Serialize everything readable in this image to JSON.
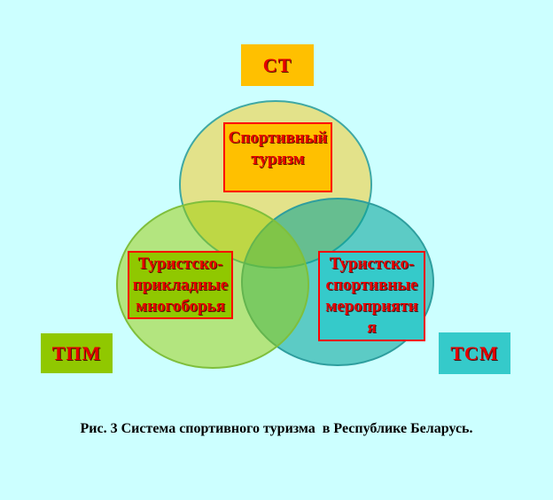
{
  "page": {
    "background": "#ccffff"
  },
  "venn": {
    "circles": {
      "sport": {
        "fill": "rgba(255,192,0,0.46)",
        "stroke": "#3fa8a4"
      },
      "tsm": {
        "fill": "rgba(0,160,150,0.55)",
        "stroke": "#2e9e9e"
      },
      "tpm": {
        "fill": "rgba(153,204,0,0.50)",
        "stroke": "#7fbf3c"
      }
    },
    "tags": {
      "st": {
        "label": "СТ",
        "bg": "#ffc000"
      },
      "tpm": {
        "label": "ТПМ",
        "bg": "#90c800"
      },
      "tsm": {
        "label": "ТСМ",
        "bg": "#35caca"
      }
    },
    "labels": {
      "sport": {
        "bg": "#ffc000",
        "lines": [
          "Спортивный",
          "туризм"
        ]
      },
      "tpm": {
        "bg": "#90c800",
        "lines": [
          "Туристско-",
          "прикладные",
          "многоборья"
        ]
      },
      "tsm": {
        "bg": "#35caca",
        "lines": [
          "Туристско-",
          "спортивные",
          "мероприяти",
          "я"
        ]
      }
    }
  },
  "caption": {
    "text": "Рис. 3 Система спортивного туризма  в Республике Беларусь."
  },
  "colors": {
    "red_text": "#e60000",
    "box_border_red": "#ff0000",
    "caption_black": "#000000"
  }
}
